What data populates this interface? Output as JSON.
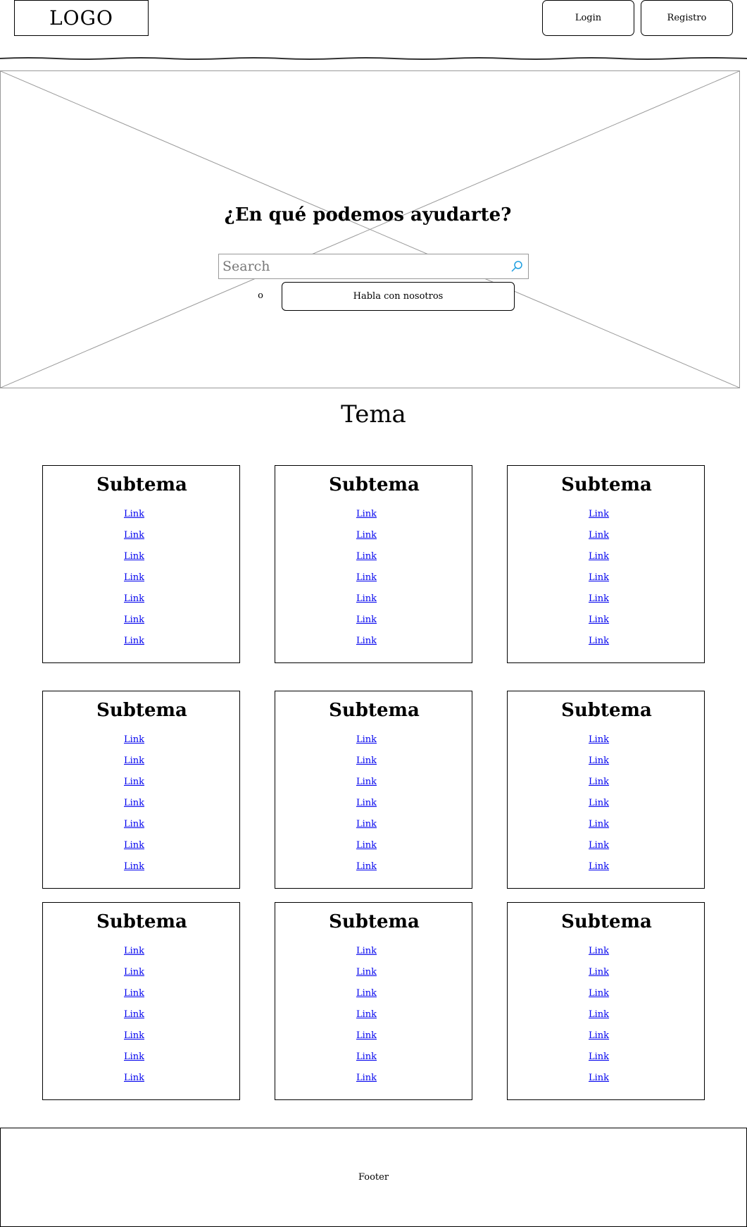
{
  "header": {
    "logo": "LOGO",
    "login": "Login",
    "registro": "Registro"
  },
  "hero": {
    "title": "¿En qué podemos ayudarte?",
    "search_placeholder": "Search",
    "search_icon": "search-icon",
    "or_text": "o",
    "talk_button": "Habla con nosotros"
  },
  "section": {
    "title": "Tema",
    "cards": [
      {
        "title": "Subtema",
        "links": [
          "Link",
          "Link",
          "Link",
          "Link",
          "Link",
          "Link",
          "Link"
        ]
      },
      {
        "title": "Subtema",
        "links": [
          "Link",
          "Link",
          "Link",
          "Link",
          "Link",
          "Link",
          "Link"
        ]
      },
      {
        "title": "Subtema",
        "links": [
          "Link",
          "Link",
          "Link",
          "Link",
          "Link",
          "Link",
          "Link"
        ]
      },
      {
        "title": "Subtema",
        "links": [
          "Link",
          "Link",
          "Link",
          "Link",
          "Link",
          "Link",
          "Link"
        ]
      },
      {
        "title": "Subtema",
        "links": [
          "Link",
          "Link",
          "Link",
          "Link",
          "Link",
          "Link",
          "Link"
        ]
      },
      {
        "title": "Subtema",
        "links": [
          "Link",
          "Link",
          "Link",
          "Link",
          "Link",
          "Link",
          "Link"
        ]
      },
      {
        "title": "Subtema",
        "links": [
          "Link",
          "Link",
          "Link",
          "Link",
          "Link",
          "Link",
          "Link"
        ]
      },
      {
        "title": "Subtema",
        "links": [
          "Link",
          "Link",
          "Link",
          "Link",
          "Link",
          "Link",
          "Link"
        ]
      },
      {
        "title": "Subtema",
        "links": [
          "Link",
          "Link",
          "Link",
          "Link",
          "Link",
          "Link",
          "Link"
        ]
      }
    ]
  },
  "footer": {
    "text": "Footer"
  },
  "colors": {
    "link": "#0000ee",
    "search_icon": "#1e9ee0",
    "placeholder_border": "#999999"
  }
}
